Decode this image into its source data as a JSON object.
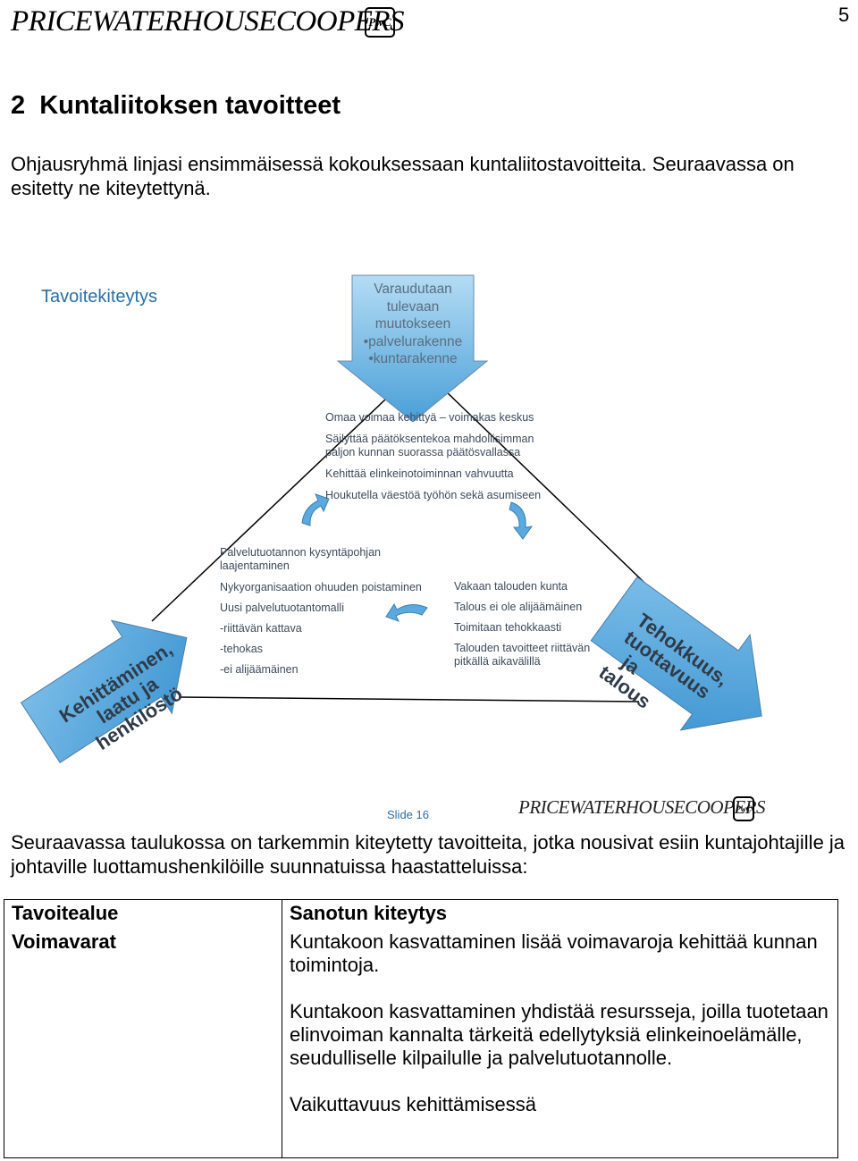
{
  "header": {
    "logo_text": "PRICEWATERHOUSECOOPERS",
    "logo_mark": "PwC",
    "page_number": "5"
  },
  "section": {
    "heading": "2  Kuntaliitoksen tavoitteet",
    "intro": "Ohjausryhmä linjasi ensimmäisessä kokouksessaan kuntaliitostavoitteita. Seuraavassa on esitetty ne kiteytettynä."
  },
  "slide": {
    "title": "Tavoitekiteytys",
    "top_arrow_lines": [
      "Varaudutaan",
      "tulevaan",
      "muutokseen",
      "•palvelurakenne",
      "•kuntarakenne"
    ],
    "top_points": [
      "Omaa voimaa kehittyä – voimakas keskus",
      "Säilyttää päätöksentekoa mahdollisimman paljon kunnan suorassa päätösvallassa",
      "Kehittää elinkeinotoiminnan vahvuutta",
      "Houkutella väestöä  työhön sekä asumiseen"
    ],
    "left_points": [
      "Palvelutuotannon kysyntäpohjan laajentaminen",
      "Nykyorganisaation ohuuden poistaminen",
      "Uusi palvelutuotantomalli",
      "-riittävän kattava",
      "-tehokas",
      "-ei alijäämäinen"
    ],
    "right_points": [
      "Vakaan talouden kunta",
      "Talous ei ole alijäämäinen",
      "Toimitaan tehokkaasti",
      "Talouden tavoitteet riittävän pitkällä aikavälillä"
    ],
    "left_arrow_lines": [
      "Kehittäminen,",
      "laatu ja",
      "henkilöstö"
    ],
    "right_arrow_lines": [
      "Tehokkuus,",
      "tuottavuus",
      "ja",
      "talous"
    ],
    "footer_label": "Slide 16",
    "colors": {
      "arrow_fill": "#58a8dc",
      "arrow_gradient_top": "#8ec6ea",
      "title": "#2a6ea6"
    }
  },
  "lead_text": "Seuraavassa taulukossa on tarkemmin kiteytetty tavoitteita, jotka nousivat esiin kuntajohtajille ja johtaville luottamushenkilöille suunnatuissa haastatteluissa:",
  "table": {
    "headers": [
      "Tavoitealue",
      "Sanotun kiteytys"
    ],
    "rows": [
      {
        "area": "Voimavarat",
        "paragraphs": [
          "Kuntakoon kasvattaminen lisää voimavaroja kehittää kunnan toimintoja.",
          "Kuntakoon kasvattaminen yhdistää resursseja, joilla tuotetaan elinvoiman kannalta tärkeitä edellytyksiä elinkeinoelämälle, seudulliselle kilpailulle ja palvelutuotannolle.",
          "Vaikuttavuus kehittämisessä"
        ]
      }
    ]
  }
}
